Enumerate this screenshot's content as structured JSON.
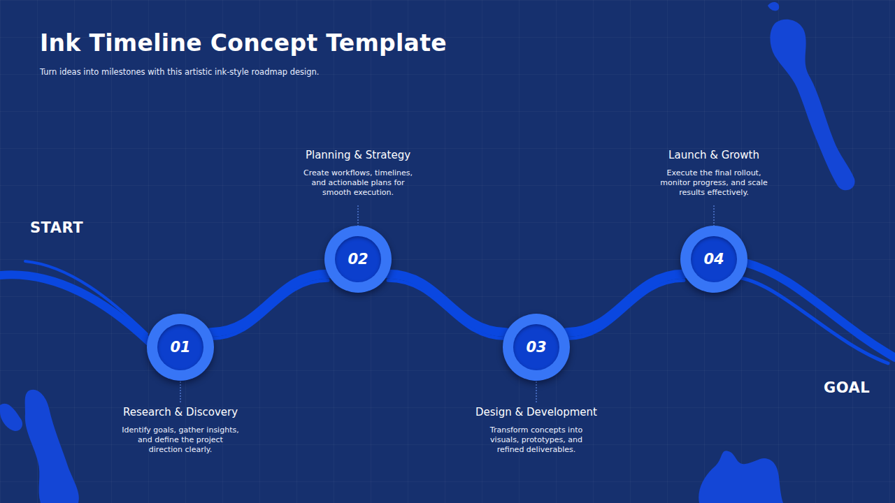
{
  "diagram": {
    "title": "Ink Timeline Concept Template",
    "caption": "Turn ideas into milestones with this artistic ink-style roadmap design.",
    "nodes": [
      {
        "text": [
          "01",
          "Research & Discovery",
          "Identify goals, gather insights, and define the project direction clearly."
        ]
      },
      {
        "text": [
          "02",
          "Planning & Strategy",
          "Create workflows, timelines, and actionable plans for smooth execution."
        ]
      },
      {
        "text": [
          "03",
          "Design & Development",
          "Transform concepts into visuals, prototypes, and refined deliverables."
        ]
      },
      {
        "text": [
          "04",
          "Launch & Growth",
          "Execute the final rollout, monitor progress, and scale results effectively."
        ]
      }
    ],
    "edges": [
      {
        "from": 0,
        "to": 1,
        "arrow": "none"
      },
      {
        "from": 1,
        "to": 2,
        "arrow": "none"
      },
      {
        "from": 2,
        "to": 3,
        "arrow": "none"
      }
    ],
    "labels": [
      "START",
      "GOAL"
    ]
  }
}
